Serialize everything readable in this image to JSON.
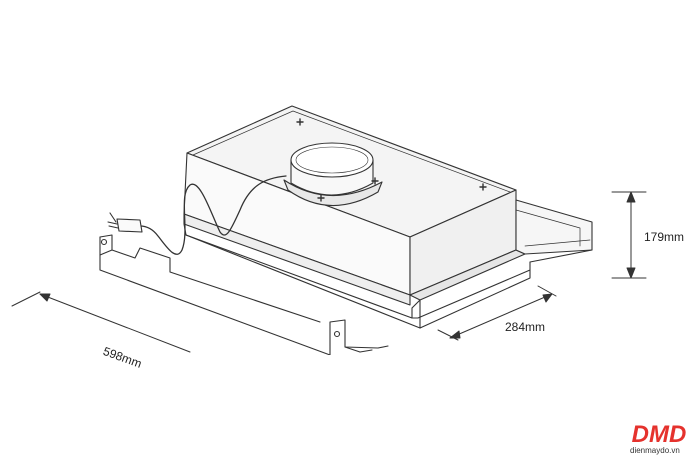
{
  "diagram": {
    "dimensions": {
      "width": "598mm",
      "depth": "284mm",
      "height": "179mm"
    }
  },
  "branding": {
    "logo_text": "DMD",
    "site": "dienmaydo.vn",
    "logo_color": "#e5322d"
  }
}
